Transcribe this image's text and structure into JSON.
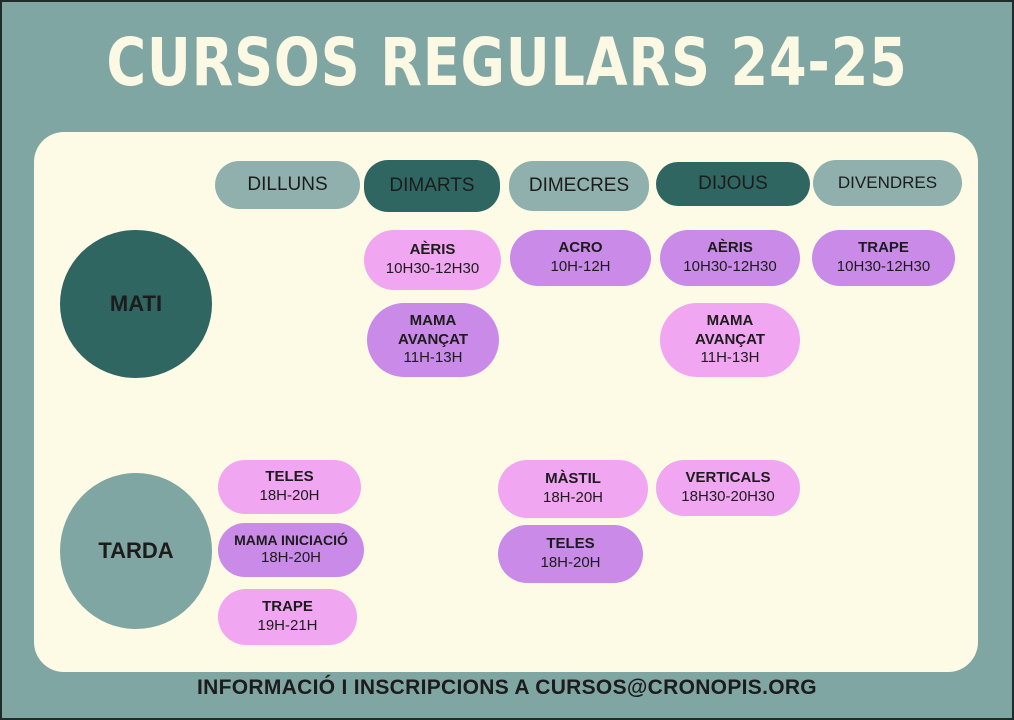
{
  "title": "CURSOS REGULARS 24-25",
  "days": [
    "DILLUNS",
    "DIMARTS",
    "DIMECRES",
    "DIJOUS",
    "DIVENDRES"
  ],
  "periods": {
    "mati": "MATI",
    "tarda": "TARDA"
  },
  "classes": {
    "dimarts_1": {
      "name": "AÈRIS",
      "time": "10H30-12H30"
    },
    "dimarts_2": {
      "name_line1": "MAMA",
      "name_line2": "AVANÇAT",
      "time": "11H-13H"
    },
    "dimecres_1": {
      "name": "ACRO",
      "time": "10H-12H"
    },
    "dijous_1": {
      "name": "AÈRIS",
      "time": "10H30-12H30"
    },
    "dijous_2": {
      "name_line1": "MAMA",
      "name_line2": "AVANÇAT",
      "time": "11H-13H"
    },
    "divendres_1": {
      "name": "TRAPE",
      "time": "10H30-12H30"
    },
    "dilluns_t1": {
      "name": "TELES",
      "time": "18H-20H"
    },
    "dilluns_t2": {
      "name": "MAMA INICIACIÓ",
      "time": "18H-20H"
    },
    "dilluns_t3": {
      "name": "TRAPE",
      "time": "19H-21H"
    },
    "dimecres_t1": {
      "name": "MÀSTIL",
      "time": "18H-20H"
    },
    "dimecres_t2": {
      "name": "TELES",
      "time": "18H-20H"
    },
    "dijous_t1": {
      "name": "VERTICALS",
      "time": "18H30-20H30"
    }
  },
  "footer": "INFORMACIÓ I INSCRIPCIONS A CURSOS@CRONOPIS.ORG",
  "colors": {
    "background": "#7fa6a2",
    "card": "#fdfbe6",
    "dark_teal": "#2f6662",
    "pink": "#f1a6f2",
    "purple": "#c98ae8"
  }
}
